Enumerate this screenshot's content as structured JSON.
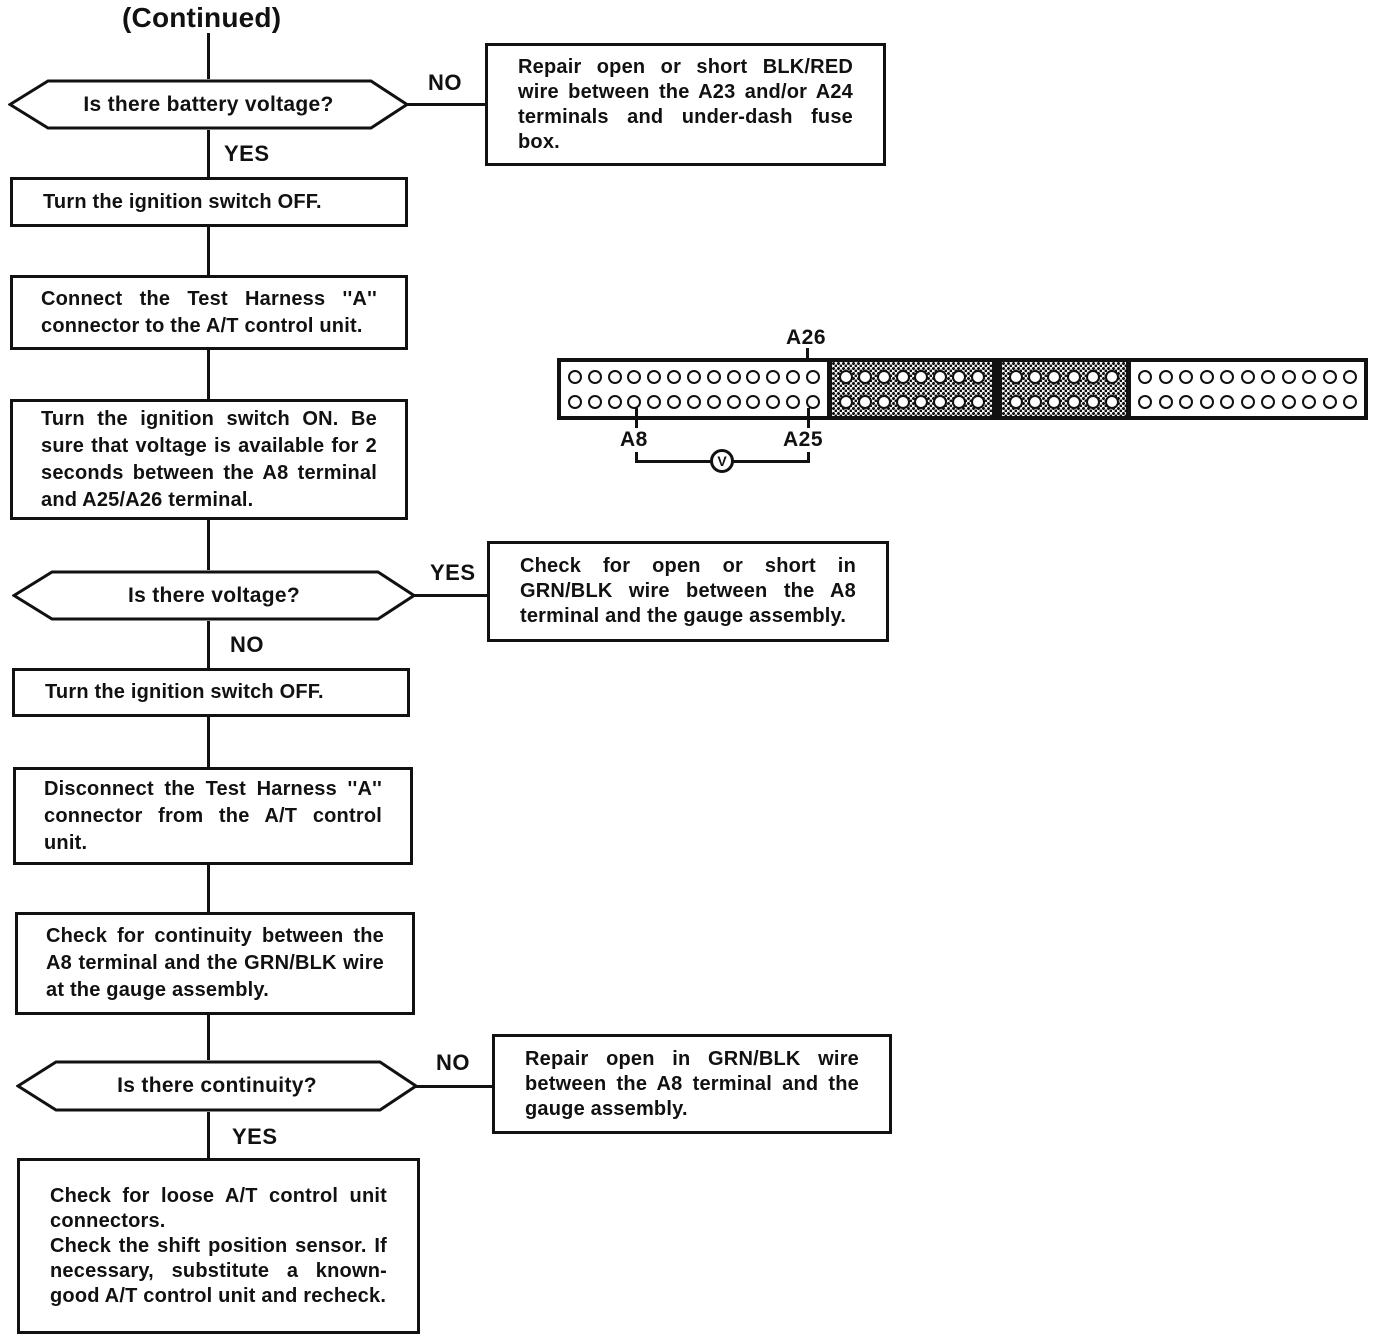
{
  "title": "(Continued)",
  "flow": {
    "decision_battery": {
      "question": "Is there battery voltage?",
      "no_label": "NO",
      "yes_label": "YES"
    },
    "box_repair_blk_red": "Repair open or short BLK/RED wire between the A23 and/or A24 terminals and under-dash fuse box.",
    "box_ignition_off_1": "Turn the ignition switch OFF.",
    "box_connect_harness": "Connect the Test Harness ''A'' connector to the A/T control unit.",
    "box_ignition_on": "Turn the ignition switch ON. Be sure that voltage is available for 2 seconds between the A8 terminal and A25/A26 terminal.",
    "decision_voltage": {
      "question": "Is there voltage?",
      "yes_label": "YES",
      "no_label": "NO"
    },
    "box_check_grn_blk": "Check for open or short in GRN/BLK wire between the A8 terminal and the gauge assembly.",
    "box_ignition_off_2": "Turn the ignition switch OFF.",
    "box_disconnect_harness": "Disconnect the Test Harness ''A'' connector from the A/T control unit.",
    "box_check_continuity": "Check for continuity between the A8 terminal and the GRN/BLK wire at the gauge assembly.",
    "decision_continuity": {
      "question": "Is there continuity?",
      "no_label": "NO",
      "yes_label": "YES"
    },
    "box_repair_grn_blk": "Repair open in GRN/BLK wire between the A8 terminal and the gauge assembly.",
    "box_final_line1": "Check for loose A/T control unit connectors.",
    "box_final_line2": "Check the shift position sensor. If necessary, substitute a known-good A/T control unit and recheck."
  },
  "connector": {
    "label_a26": "A26",
    "label_a8": "A8",
    "label_a25": "A25",
    "voltmeter_label": "V",
    "rows_per_section": 2,
    "sections": [
      {
        "style": "plain",
        "circles_per_row": 13
      },
      {
        "style": "shaded",
        "circles_per_row": 8
      },
      {
        "style": "shaded",
        "circles_per_row": 6
      },
      {
        "style": "plain",
        "circles_per_row": 11
      }
    ]
  },
  "colors": {
    "ink": "#111111",
    "paper": "#ffffff"
  }
}
